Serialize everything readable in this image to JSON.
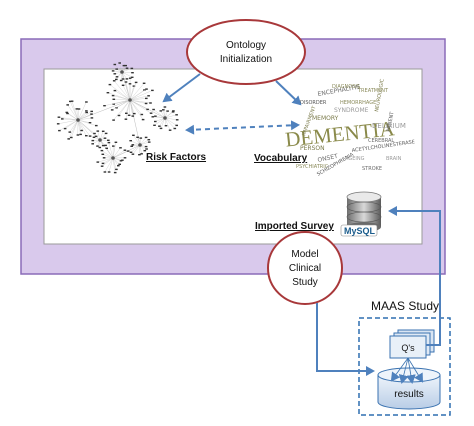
{
  "ontology": {
    "line1": "Ontology",
    "line2": "Initialization"
  },
  "model": {
    "line1": "Model",
    "line2": "Clinical",
    "line3": "Study"
  },
  "labels": {
    "risk_factors": "Risk Factors",
    "vocabulary": "Vocabulary",
    "imported_survey": "Imported Survey"
  },
  "word_cloud": {
    "main": "DEMENTIA",
    "words": [
      "ENCEPHALITIS",
      "HEMORRHAGE",
      "ACETYLCHOLINESTERASE",
      "DELIRIUM",
      "PERSON",
      "ONSET",
      "PSYCHIATRIC",
      "SCHIZOPHRENIA",
      "SYNDROME",
      "NEUROLOGIC",
      "CEREBRAL",
      "TREATMENT",
      "DISORDER",
      "BRAIN",
      "MEMORY",
      "STROKE",
      "DIAGNOSIS",
      "PATIENT",
      "AGEING",
      "IMPAIRMENT"
    ]
  },
  "database_logo": "MySQL",
  "maas": {
    "title": "MAAS Study",
    "questions": "Q's",
    "results": "results"
  },
  "colors": {
    "frame_fill": "#d9c9ec",
    "frame_border": "#8a6bb8",
    "ellipse_border": "#a8383a",
    "arrow": "#4f81bd",
    "dashed_box": "#2f6fb0"
  }
}
